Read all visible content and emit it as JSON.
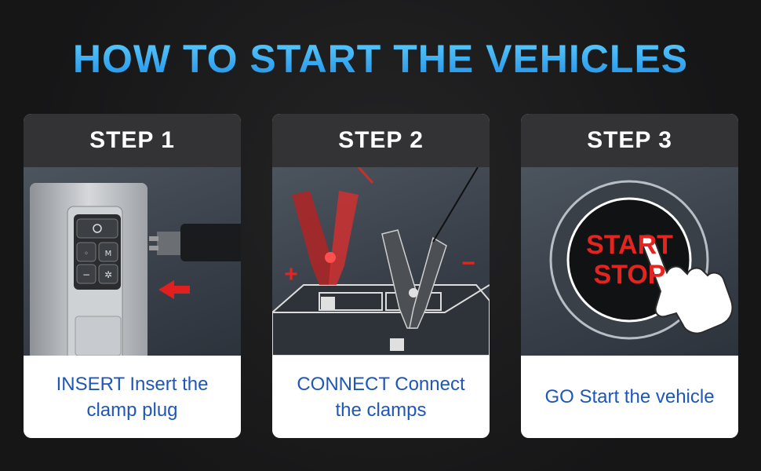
{
  "title": "HOW TO START THE VEHICLES",
  "steps": [
    {
      "label": "STEP 1",
      "caption": "INSERT Insert the clamp plug",
      "image_icon": "jump-starter-plug-icon"
    },
    {
      "label": "STEP 2",
      "caption": "CONNECT Connect the clamps",
      "image_icon": "battery-clamps-icon",
      "plus_sign": "+",
      "minus_sign": "−"
    },
    {
      "label": "STEP 3",
      "caption": "GO Start the vehicle",
      "image_icon": "start-stop-button-icon",
      "button_line1": "START",
      "button_line2": "STOP"
    }
  ],
  "colors": {
    "title": "#2fb0f5",
    "caption": "#1e57b8",
    "header_bg": "#333336",
    "accent_red": "#e52420"
  }
}
